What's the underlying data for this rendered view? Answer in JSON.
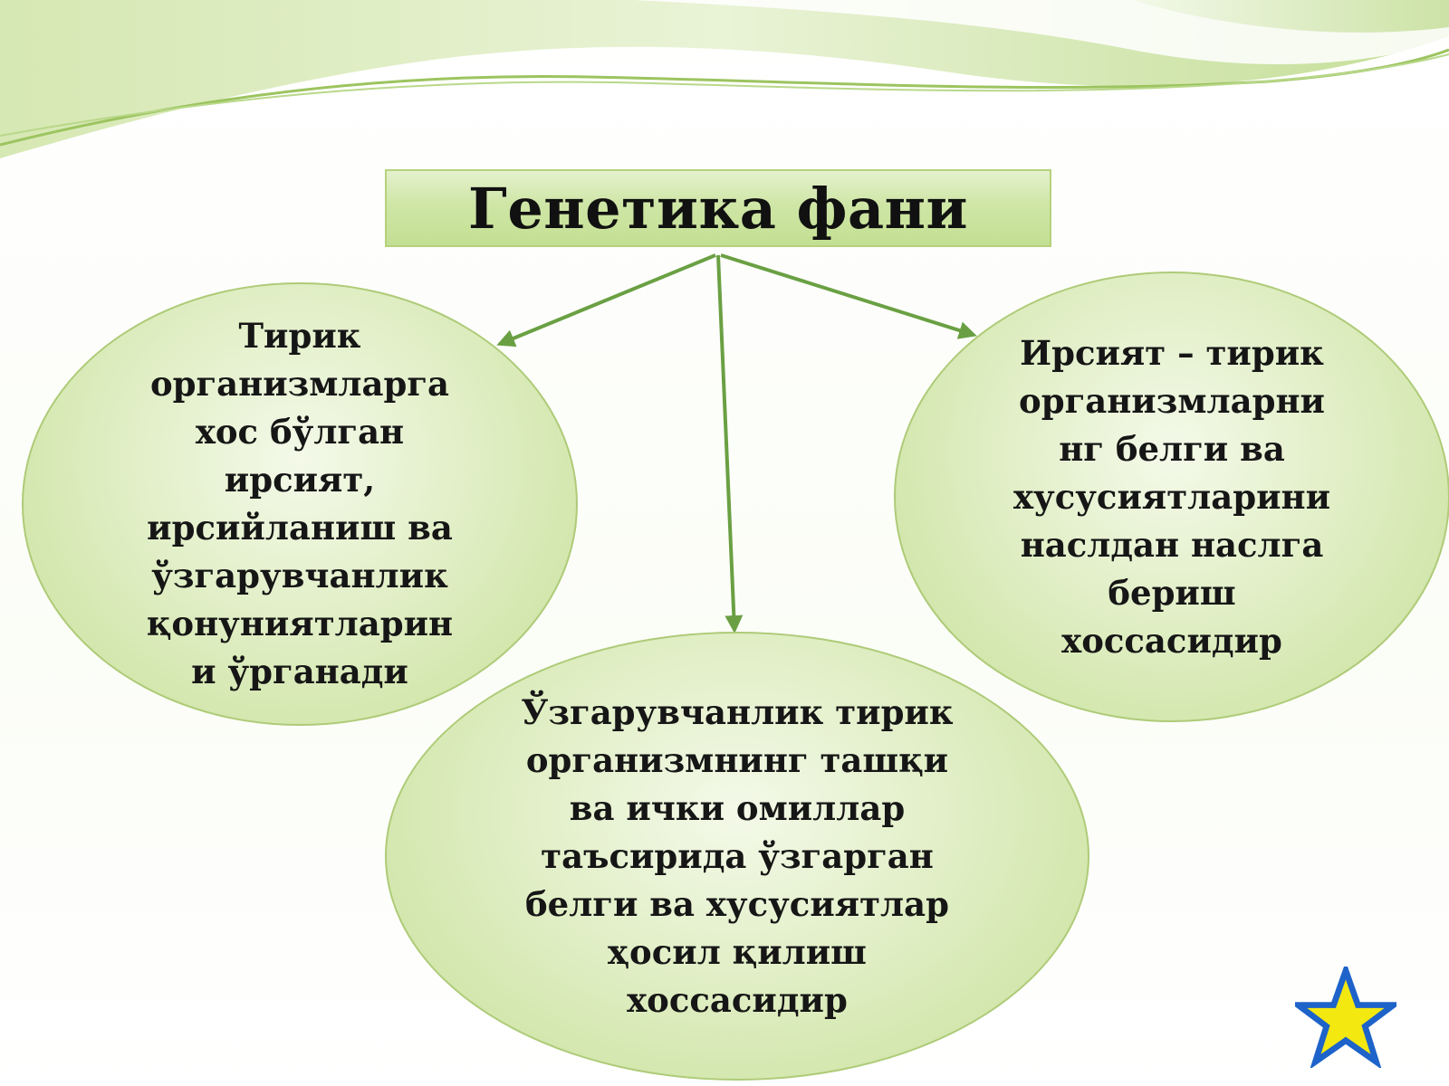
{
  "title": "Генетика фани",
  "nodes": {
    "left": "Тирик\nорганизмларга\nхос бўлган\nирсият,\nирсийланиш ва\nўзгарувчанлик\nқонуниятларин\nи ўрганади",
    "center": "Ўзгарувчанлик тирик\nорганизмнинг ташқи\nва ички омиллар\nтаъсирида ўзгарган\nбелги ва хусусиятлар\nҳосил қилиш\nхоссасидир",
    "right": "Ирсият – тирик\nорганизмларни\nнг белги ва\nхусусиятларини\nнаслдан наслга\nбериш\nхоссасидир"
  },
  "colors": {
    "accent_green": "#6aa043",
    "box_fill": "#cfe6a6",
    "star_fill": "#f4e811",
    "star_outline": "#1d63c9"
  },
  "icons": {
    "corner": "star-icon"
  }
}
